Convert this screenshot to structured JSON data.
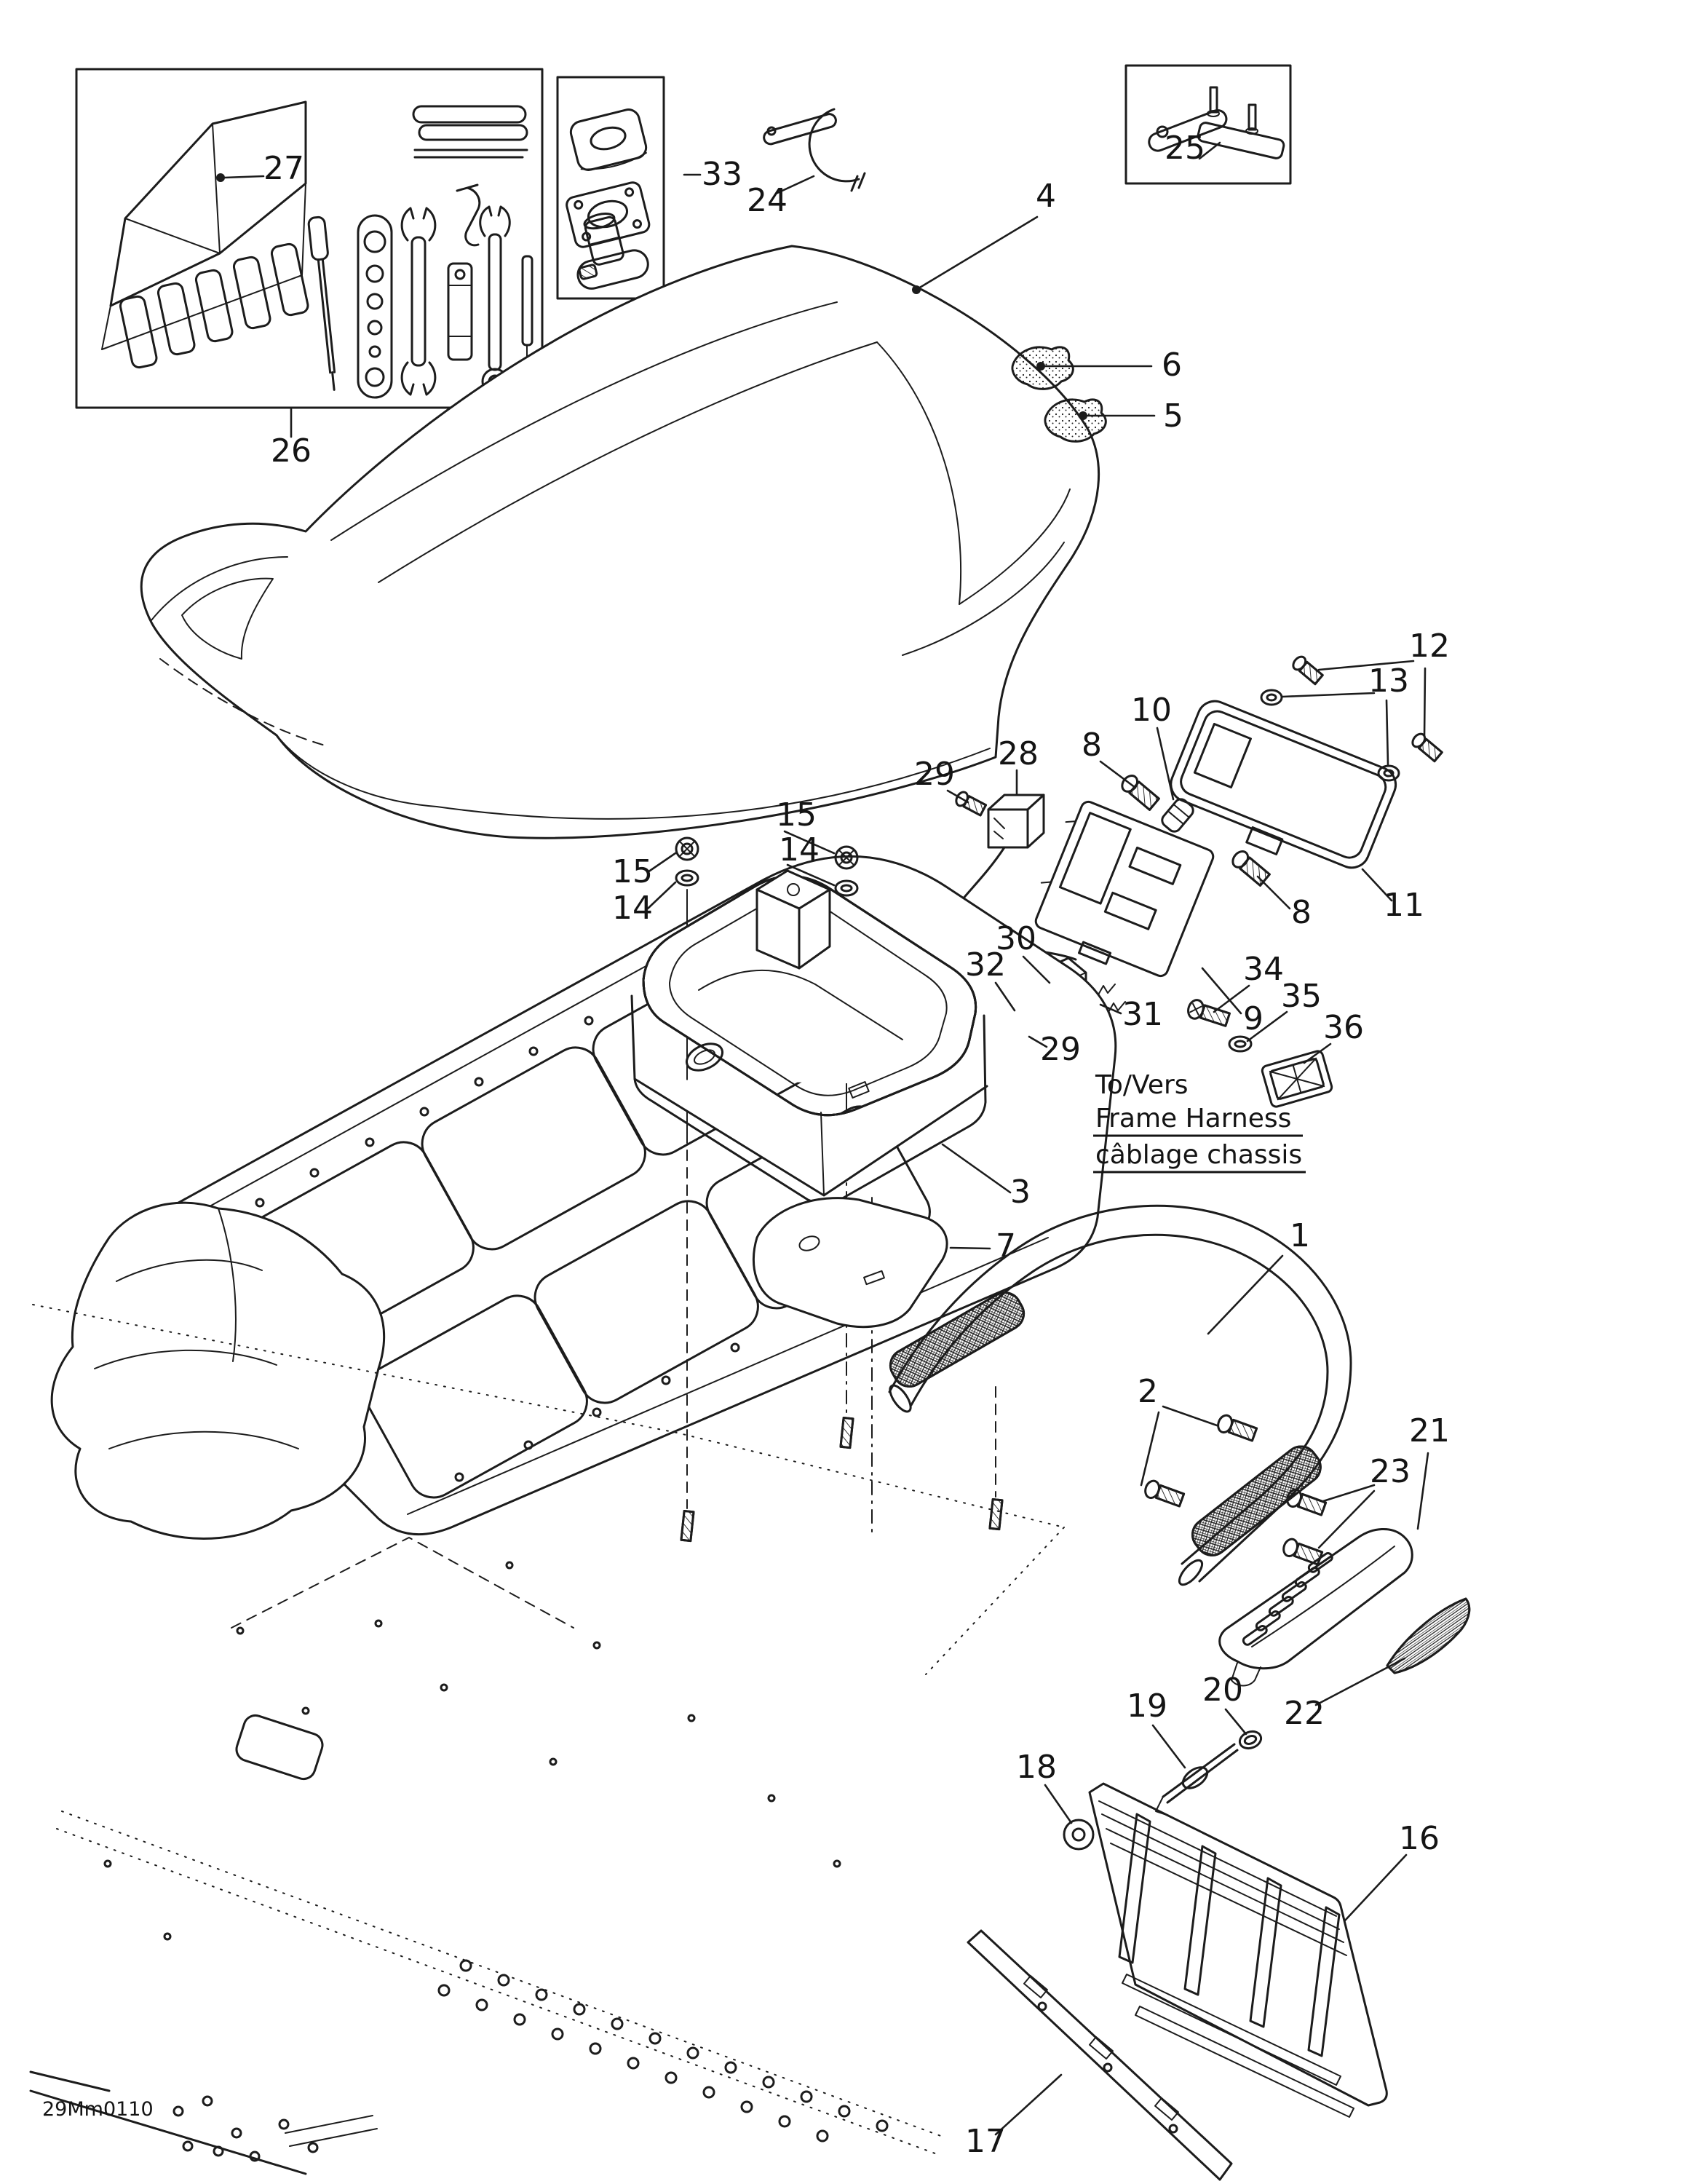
{
  "document": {
    "kind": "exploded-parts-diagram",
    "subject": "snowmobile seat, storage box, taillight and rear bumper assembly",
    "drawing_code": "29Mm0110",
    "line_color": "#1c1c1c",
    "background_color": "#ffffff"
  },
  "texts": {
    "to_vers": "To/Vers",
    "frame_harness": "Frame Harness",
    "cablage_chassis": "câblage chassis",
    "code": "29Mm0110"
  },
  "labels": {
    "n1": "1",
    "n2": "2",
    "n3": "3",
    "n4": "4",
    "n5": "5",
    "n6": "6",
    "n7": "7",
    "n8": "8",
    "n9": "9",
    "n10": "10",
    "n11": "11",
    "n12": "12",
    "n13": "13",
    "n14": "14",
    "n15": "15",
    "n16": "16",
    "n17": "17",
    "n18": "18",
    "n19": "19",
    "n20": "20",
    "n21": "21",
    "n22": "22",
    "n23": "23",
    "n24": "24",
    "n25": "25",
    "n26": "26",
    "n27": "27",
    "n28": "28",
    "n29": "29",
    "n30": "30",
    "n31": "31",
    "n32": "32",
    "n33": "33",
    "n34": "34",
    "n35": "35",
    "n36": "36"
  },
  "parts": {
    "1": "rear-grab-handle",
    "2": "handle-screws",
    "3": "storage-box",
    "4": "seat",
    "5": "decal-right",
    "6": "decal-left",
    "7": "bottom-pan",
    "8": "taillight-screws",
    "9": "taillight-base",
    "10": "taillight-bulb",
    "11": "taillight-lens",
    "12": "lens-screws",
    "13": "lens-washers",
    "14": "washers",
    "15": "nuts",
    "16": "snow-flap",
    "17": "flap-stiffener",
    "18": "flap-washer",
    "19": "flap-pin",
    "20": "flap-o-ring",
    "21": "handle-cover",
    "22": "cover-reflector",
    "23": "cover-screws",
    "24": "spanner-wrench",
    "25": "support-bracket",
    "26": "tool-kit",
    "27": "tool-pouch",
    "28": "relay",
    "29": "small-screws",
    "30": "harness-connector",
    "31": "connector-springs",
    "32": "connector-housing",
    "33": "latch-kit",
    "34": "screw",
    "35": "washer",
    "36": "reflector"
  },
  "tool_kit_icons": [
    "tool-pouch-icon",
    "socket-set-icon",
    "folded-rod-icon",
    "hook-tool-icon",
    "screwdriver-icon",
    "box-wrench-strip-icon",
    "open-end-wrench-icon",
    "spark-plug-tube-icon",
    "combination-wrench-icon",
    "pin-rod-icon"
  ],
  "latch_kit_icons": [
    "seal-pad-icon",
    "gasket-plate-icon",
    "latch-pin-icon"
  ]
}
